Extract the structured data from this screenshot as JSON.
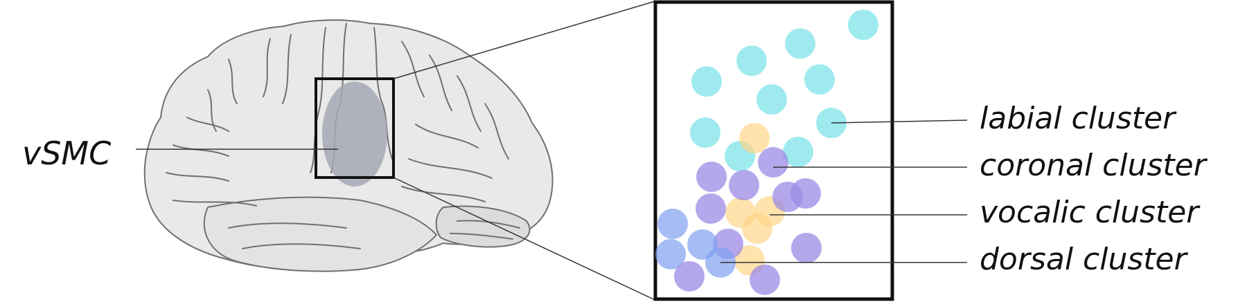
{
  "brain_label": "vSMC",
  "cluster_labels": {
    "labial": "labial cluster",
    "coronal": "coronal cluster",
    "vocalic": "vocalic cluster",
    "dorsal": "dorsal cluster"
  },
  "colors": {
    "labial": "#7fe3ea",
    "coronal": "#9b8ae6",
    "vocalic": "#ffd589",
    "dorsal": "#7f9ff0",
    "brain_fill": "#e9e9e9",
    "brain_stroke": "#6f6f6f",
    "highlight": "#a4a8b4"
  }
}
